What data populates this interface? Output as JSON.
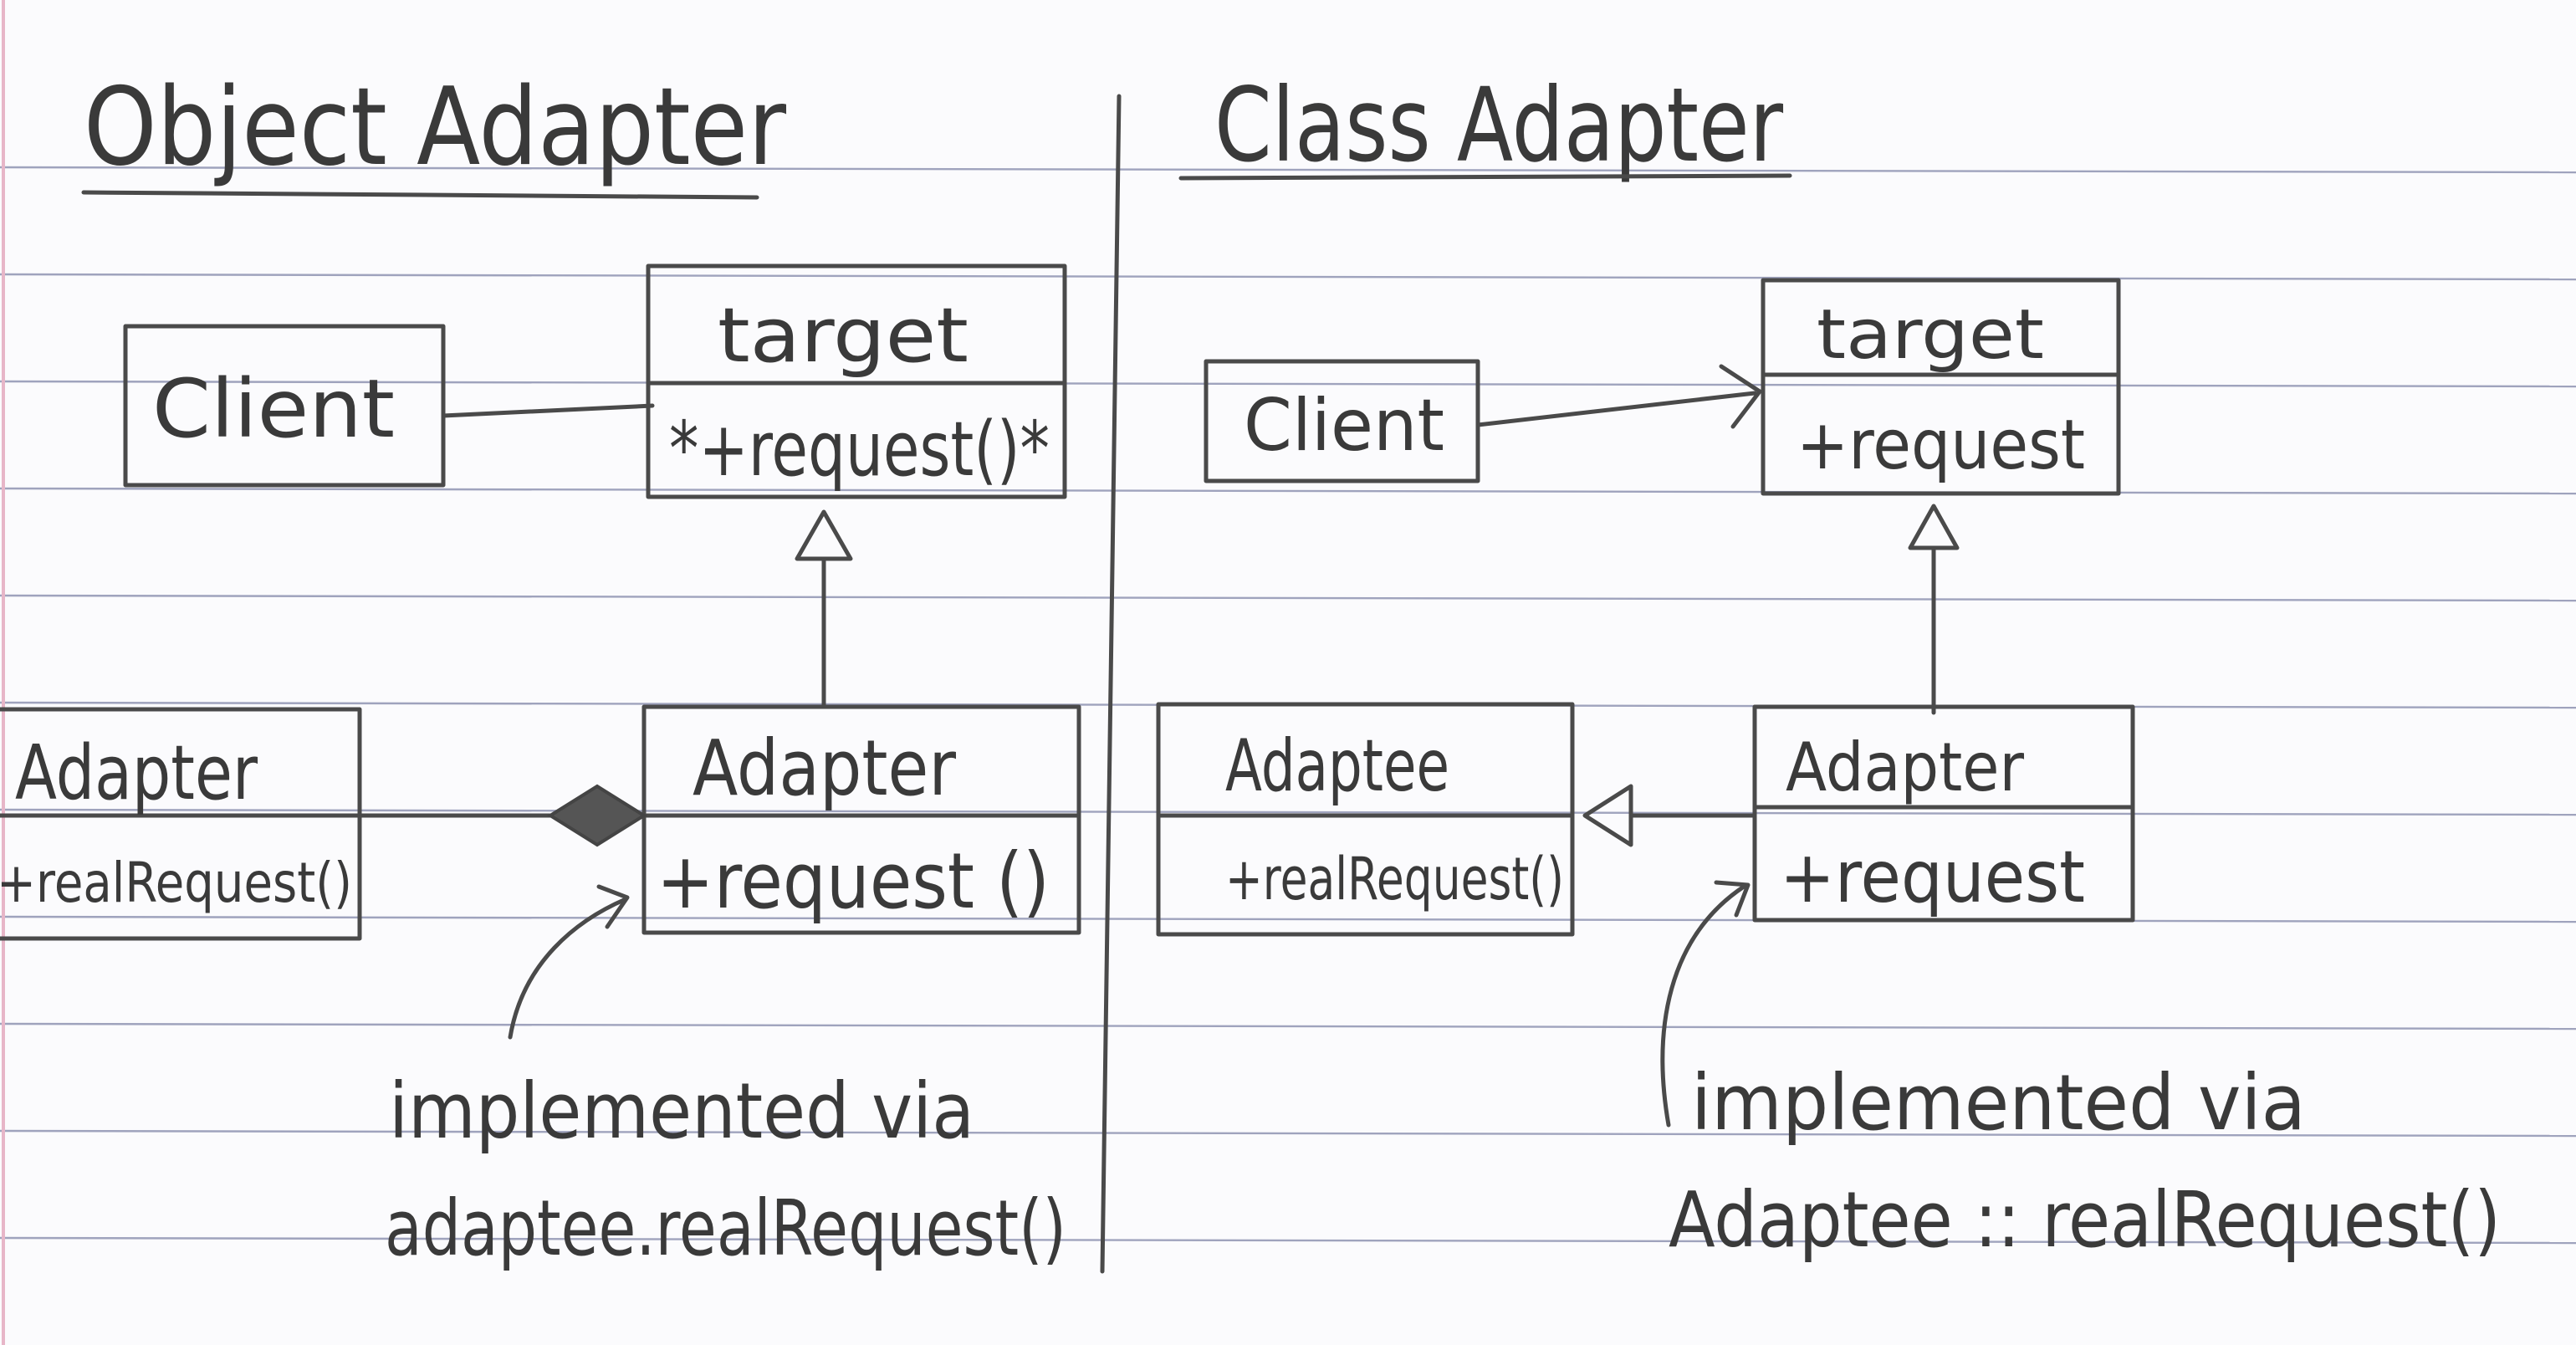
{
  "object_adapter": {
    "title": "Object Adapter",
    "client": "Client",
    "target": {
      "name": "target",
      "member": "*+request()*"
    },
    "adapter": {
      "name": "Adapter",
      "member": "+request ()"
    },
    "adaptee": {
      "name": "Adapter",
      "member": "+realRequest()"
    },
    "note_line1": "implemented via",
    "note_line2": "adaptee.realRequest()"
  },
  "class_adapter": {
    "title": "Class Adapter",
    "client": "Client",
    "target": {
      "name": "target",
      "member": "+request"
    },
    "adaptee": {
      "name": "Adaptee",
      "member": "+realRequest()"
    },
    "adapter": {
      "name": "Adapter",
      "member": "+request"
    },
    "note_line1": "implemented via",
    "note_line2": "Adaptee :: realRequest()"
  },
  "colors": {
    "paper": "#fbfbfd",
    "ink": "#4a4a4a",
    "rule_line": "#9fa3bd",
    "margin_line": "#e7b6c8"
  }
}
